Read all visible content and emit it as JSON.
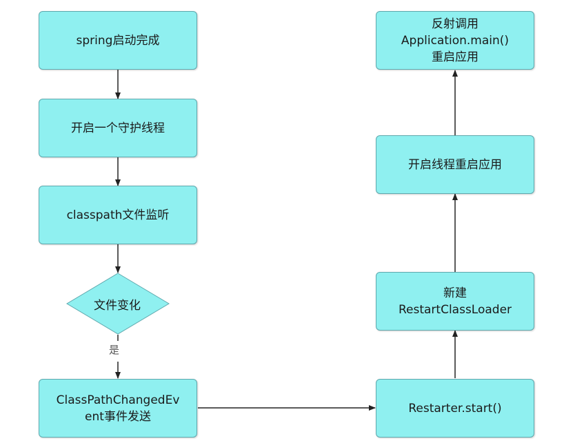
{
  "nodes": {
    "spring_started": "spring启动完成",
    "start_daemon": "开启一个守护线程",
    "classpath_watch": "classpath文件监听",
    "file_changed": "文件变化",
    "event_line1": "ClassPathChangedEv",
    "event_line2": "ent事件发送",
    "restarter_start": "Restarter.start()",
    "new_loader_line1": "新建",
    "new_loader_line2": "RestartClassLoader",
    "thread_restart": "开启线程重启应用",
    "reflect_line1": "反射调用",
    "reflect_line2": "Application.main()",
    "reflect_line3": "重启应用"
  },
  "edges": {
    "yes_label": "是"
  },
  "colors": {
    "node_fill": "#8ff0f0",
    "node_border": "#5fa8ad",
    "arrow": "#222222"
  }
}
